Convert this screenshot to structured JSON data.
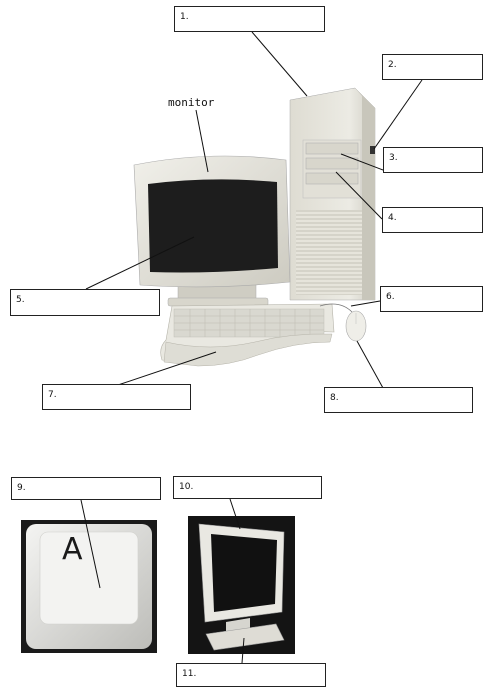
{
  "labels": {
    "monitor": "monitor",
    "box1": "1.",
    "box2": "2.",
    "box3": "3.",
    "box4": "4.",
    "box5": "5.",
    "box6": "6.",
    "box7": "7.",
    "box8": "8.",
    "box9": "9.",
    "box10": "10.",
    "box11": "11.",
    "key_letter": "A"
  },
  "colors": {
    "beige": "#e7e5dc",
    "beige_shadow": "#c9c7bd",
    "screen": "#1d1d1d",
    "line": "#111111",
    "dark_bg": "#141414"
  }
}
